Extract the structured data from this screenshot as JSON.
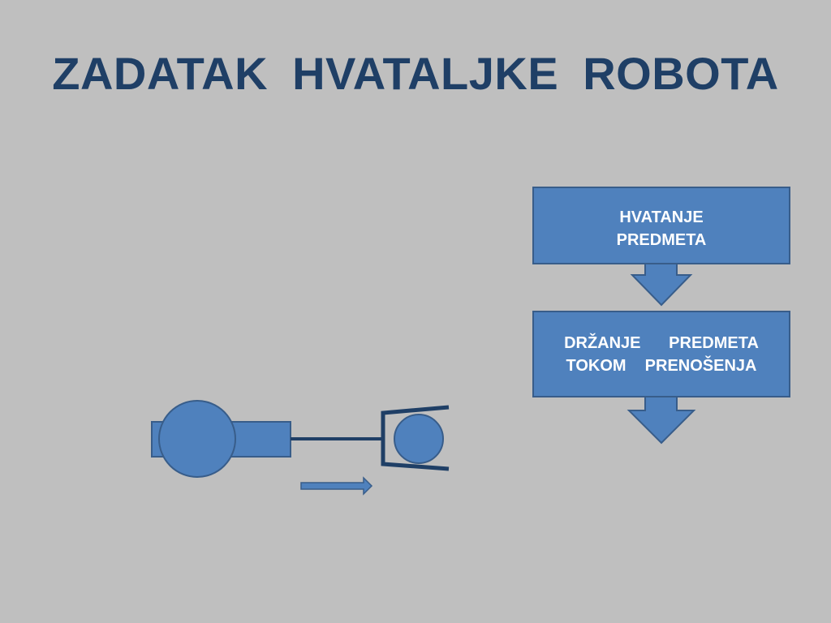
{
  "title": "ZADATAK  HVATALJKE  ROBOTA",
  "flowchart": {
    "step1": {
      "line1": "HVATANJE",
      "line2": "PREDMETA"
    },
    "step2": {
      "line1": "DRŽANJE   PREDMETA",
      "line2": "TOKOM  PRENOŠENJA"
    }
  },
  "colors": {
    "background": "#bfbfbf",
    "title": "#1f3f66",
    "shape_fill": "#4f81bd",
    "shape_stroke": "#385d8a",
    "gripper_line": "#1f3f66"
  },
  "icons": {
    "robot_body": "robot-body",
    "robot_base": "robot-base-circle",
    "gripper": "gripper-jaws",
    "held_object": "object-circle",
    "motion": "right-arrow"
  }
}
